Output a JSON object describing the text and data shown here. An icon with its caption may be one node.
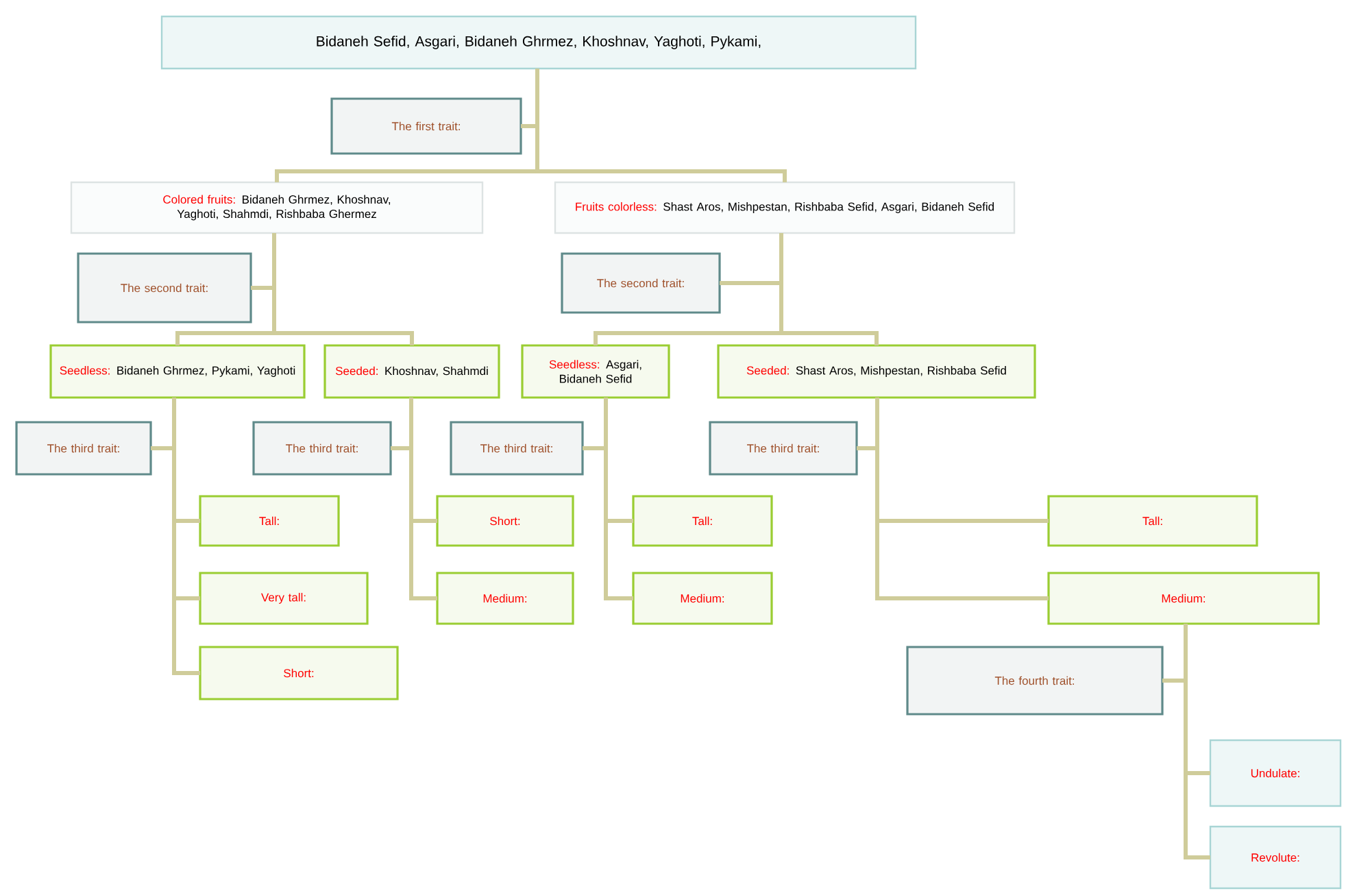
{
  "diagram": {
    "nodes": [
      {
        "text": [
          "Bidaneh Sefid, Asgari, Bidaneh Ghrmez, Khoshnav, Yaghoti, Pykami,"
        ]
      },
      {
        "text": [
          "The first trait:"
        ]
      },
      {
        "text": [
          "Colored fruits:",
          "Bidaneh Ghrmez, Khoshnav, Yaghoti, Shahmdi, Rishbaba Ghermez"
        ]
      },
      {
        "text": [
          "Fruits colorless:",
          "Shast Aros, Mishpestan, Rishbaba Sefid, Asgari, Bidaneh Sefid"
        ]
      },
      {
        "text": [
          "The second trait:"
        ]
      },
      {
        "text": [
          "The second trait:"
        ]
      },
      {
        "text": [
          "Seedless:",
          "Bidaneh Ghrmez, Pykami, Yaghoti"
        ]
      },
      {
        "text": [
          "Seeded:",
          "Khoshnav, Shahmdi"
        ]
      },
      {
        "text": [
          "Seedless:",
          "Asgari, Bidaneh Sefid"
        ]
      },
      {
        "text": [
          "Seeded:",
          "Shast Aros, Mishpestan, Rishbaba Sefid"
        ]
      },
      {
        "text": [
          "The third trait:"
        ]
      },
      {
        "text": [
          "The third trait:"
        ]
      },
      {
        "text": [
          "The third trait:"
        ]
      },
      {
        "text": [
          "The third trait:"
        ]
      },
      {
        "text": [
          "Tall:"
        ]
      },
      {
        "text": [
          "Very tall:"
        ]
      },
      {
        "text": [
          "Short:"
        ]
      },
      {
        "text": [
          "Short:"
        ]
      },
      {
        "text": [
          "Medium:"
        ]
      },
      {
        "text": [
          "Tall:"
        ]
      },
      {
        "text": [
          "Medium:"
        ]
      },
      {
        "text": [
          "Tall:"
        ]
      },
      {
        "text": [
          "Medium:"
        ]
      },
      {
        "text": [
          "The fourth trait:"
        ]
      },
      {
        "text": [
          "Undulate:"
        ]
      },
      {
        "text": [
          "Revolute:"
        ]
      }
    ],
    "edges": [
      {
        "from": 0,
        "to": 1,
        "arrow": "none"
      },
      {
        "from": 0,
        "to": 2,
        "arrow": "none"
      },
      {
        "from": 0,
        "to": 3,
        "arrow": "none"
      },
      {
        "from": 2,
        "to": 4,
        "arrow": "none"
      },
      {
        "from": 3,
        "to": 5,
        "arrow": "none"
      },
      {
        "from": 2,
        "to": 6,
        "arrow": "none"
      },
      {
        "from": 2,
        "to": 7,
        "arrow": "none"
      },
      {
        "from": 3,
        "to": 8,
        "arrow": "none"
      },
      {
        "from": 3,
        "to": 9,
        "arrow": "none"
      },
      {
        "from": 6,
        "to": 10,
        "arrow": "none"
      },
      {
        "from": 7,
        "to": 11,
        "arrow": "none"
      },
      {
        "from": 8,
        "to": 12,
        "arrow": "none"
      },
      {
        "from": 9,
        "to": 13,
        "arrow": "none"
      },
      {
        "from": 6,
        "to": 14,
        "arrow": "none"
      },
      {
        "from": 6,
        "to": 15,
        "arrow": "none"
      },
      {
        "from": 6,
        "to": 16,
        "arrow": "none"
      },
      {
        "from": 7,
        "to": 17,
        "arrow": "none"
      },
      {
        "from": 7,
        "to": 18,
        "arrow": "none"
      },
      {
        "from": 8,
        "to": 19,
        "arrow": "none"
      },
      {
        "from": 8,
        "to": 20,
        "arrow": "none"
      },
      {
        "from": 9,
        "to": 21,
        "arrow": "none"
      },
      {
        "from": 9,
        "to": 22,
        "arrow": "none"
      },
      {
        "from": 22,
        "to": 23,
        "arrow": "none"
      },
      {
        "from": 22,
        "to": 24,
        "arrow": "none"
      },
      {
        "from": 22,
        "to": 25,
        "arrow": "none"
      }
    ]
  }
}
